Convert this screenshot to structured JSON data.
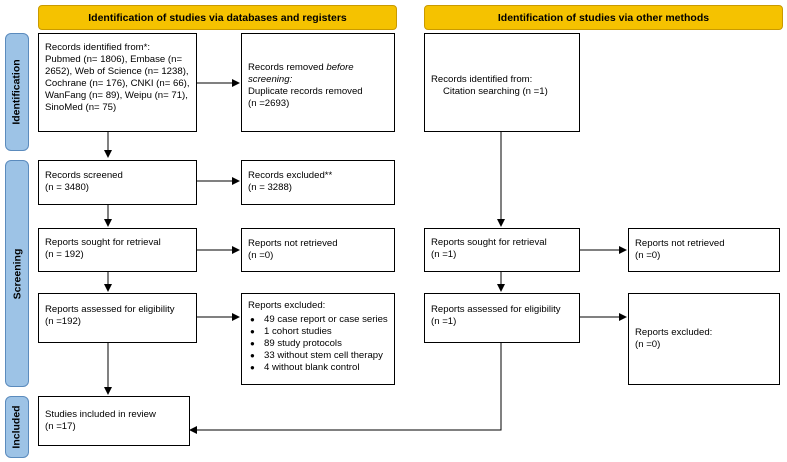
{
  "headers": {
    "databases": "Identification of studies via databases and registers",
    "other": "Identification of studies via other methods"
  },
  "phases": {
    "identification": "Identification",
    "screening": "Screening",
    "included": "Included"
  },
  "db": {
    "identified": {
      "title": "Records identified from*:",
      "text": "Pubmed  (n= 1806), Embase (n= 2652), Web of Science (n= 1238), Cochrane (n= 176), CNKI  (n= 66), WanFang (n= 89), Weipu (n= 71), SinoMed (n= 75)"
    },
    "removed": {
      "title_plain": "Records removed ",
      "title_italic": "before screening",
      "title_colon": ":",
      "line1": "Duplicate records removed",
      "line2": "(n =2693)"
    },
    "screened": {
      "title": "Records screened",
      "count": "(n = 3480)"
    },
    "excluded": {
      "title": "Records excluded**",
      "count": "(n = 3288)"
    },
    "sought": {
      "title": "Reports sought for retrieval",
      "count": "(n = 192)"
    },
    "not_retrieved": {
      "title": "Reports not retrieved",
      "count": "(n =0)"
    },
    "assessed": {
      "title": "Reports assessed for eligibility",
      "count": "(n =192)"
    },
    "reports_excluded": {
      "title": "Reports excluded:",
      "items": [
        "49 case report or case series",
        "1 cohort studies",
        "89 study protocols",
        "33 without stem cell therapy",
        "4 without blank control"
      ]
    },
    "included": {
      "title": "Studies included in review",
      "count": "(n =17)"
    }
  },
  "other": {
    "identified": {
      "title": "Records identified from:",
      "line": "Citation searching (n =1)"
    },
    "sought": {
      "title": "Reports sought for retrieval",
      "count": "(n =1)"
    },
    "not_retrieved": {
      "title": "Reports not retrieved",
      "count": "(n =0)"
    },
    "assessed": {
      "title": "Reports assessed for eligibility",
      "count": "(n =1)"
    },
    "excluded": {
      "title": "Reports excluded:",
      "count": "(n =0)"
    }
  }
}
